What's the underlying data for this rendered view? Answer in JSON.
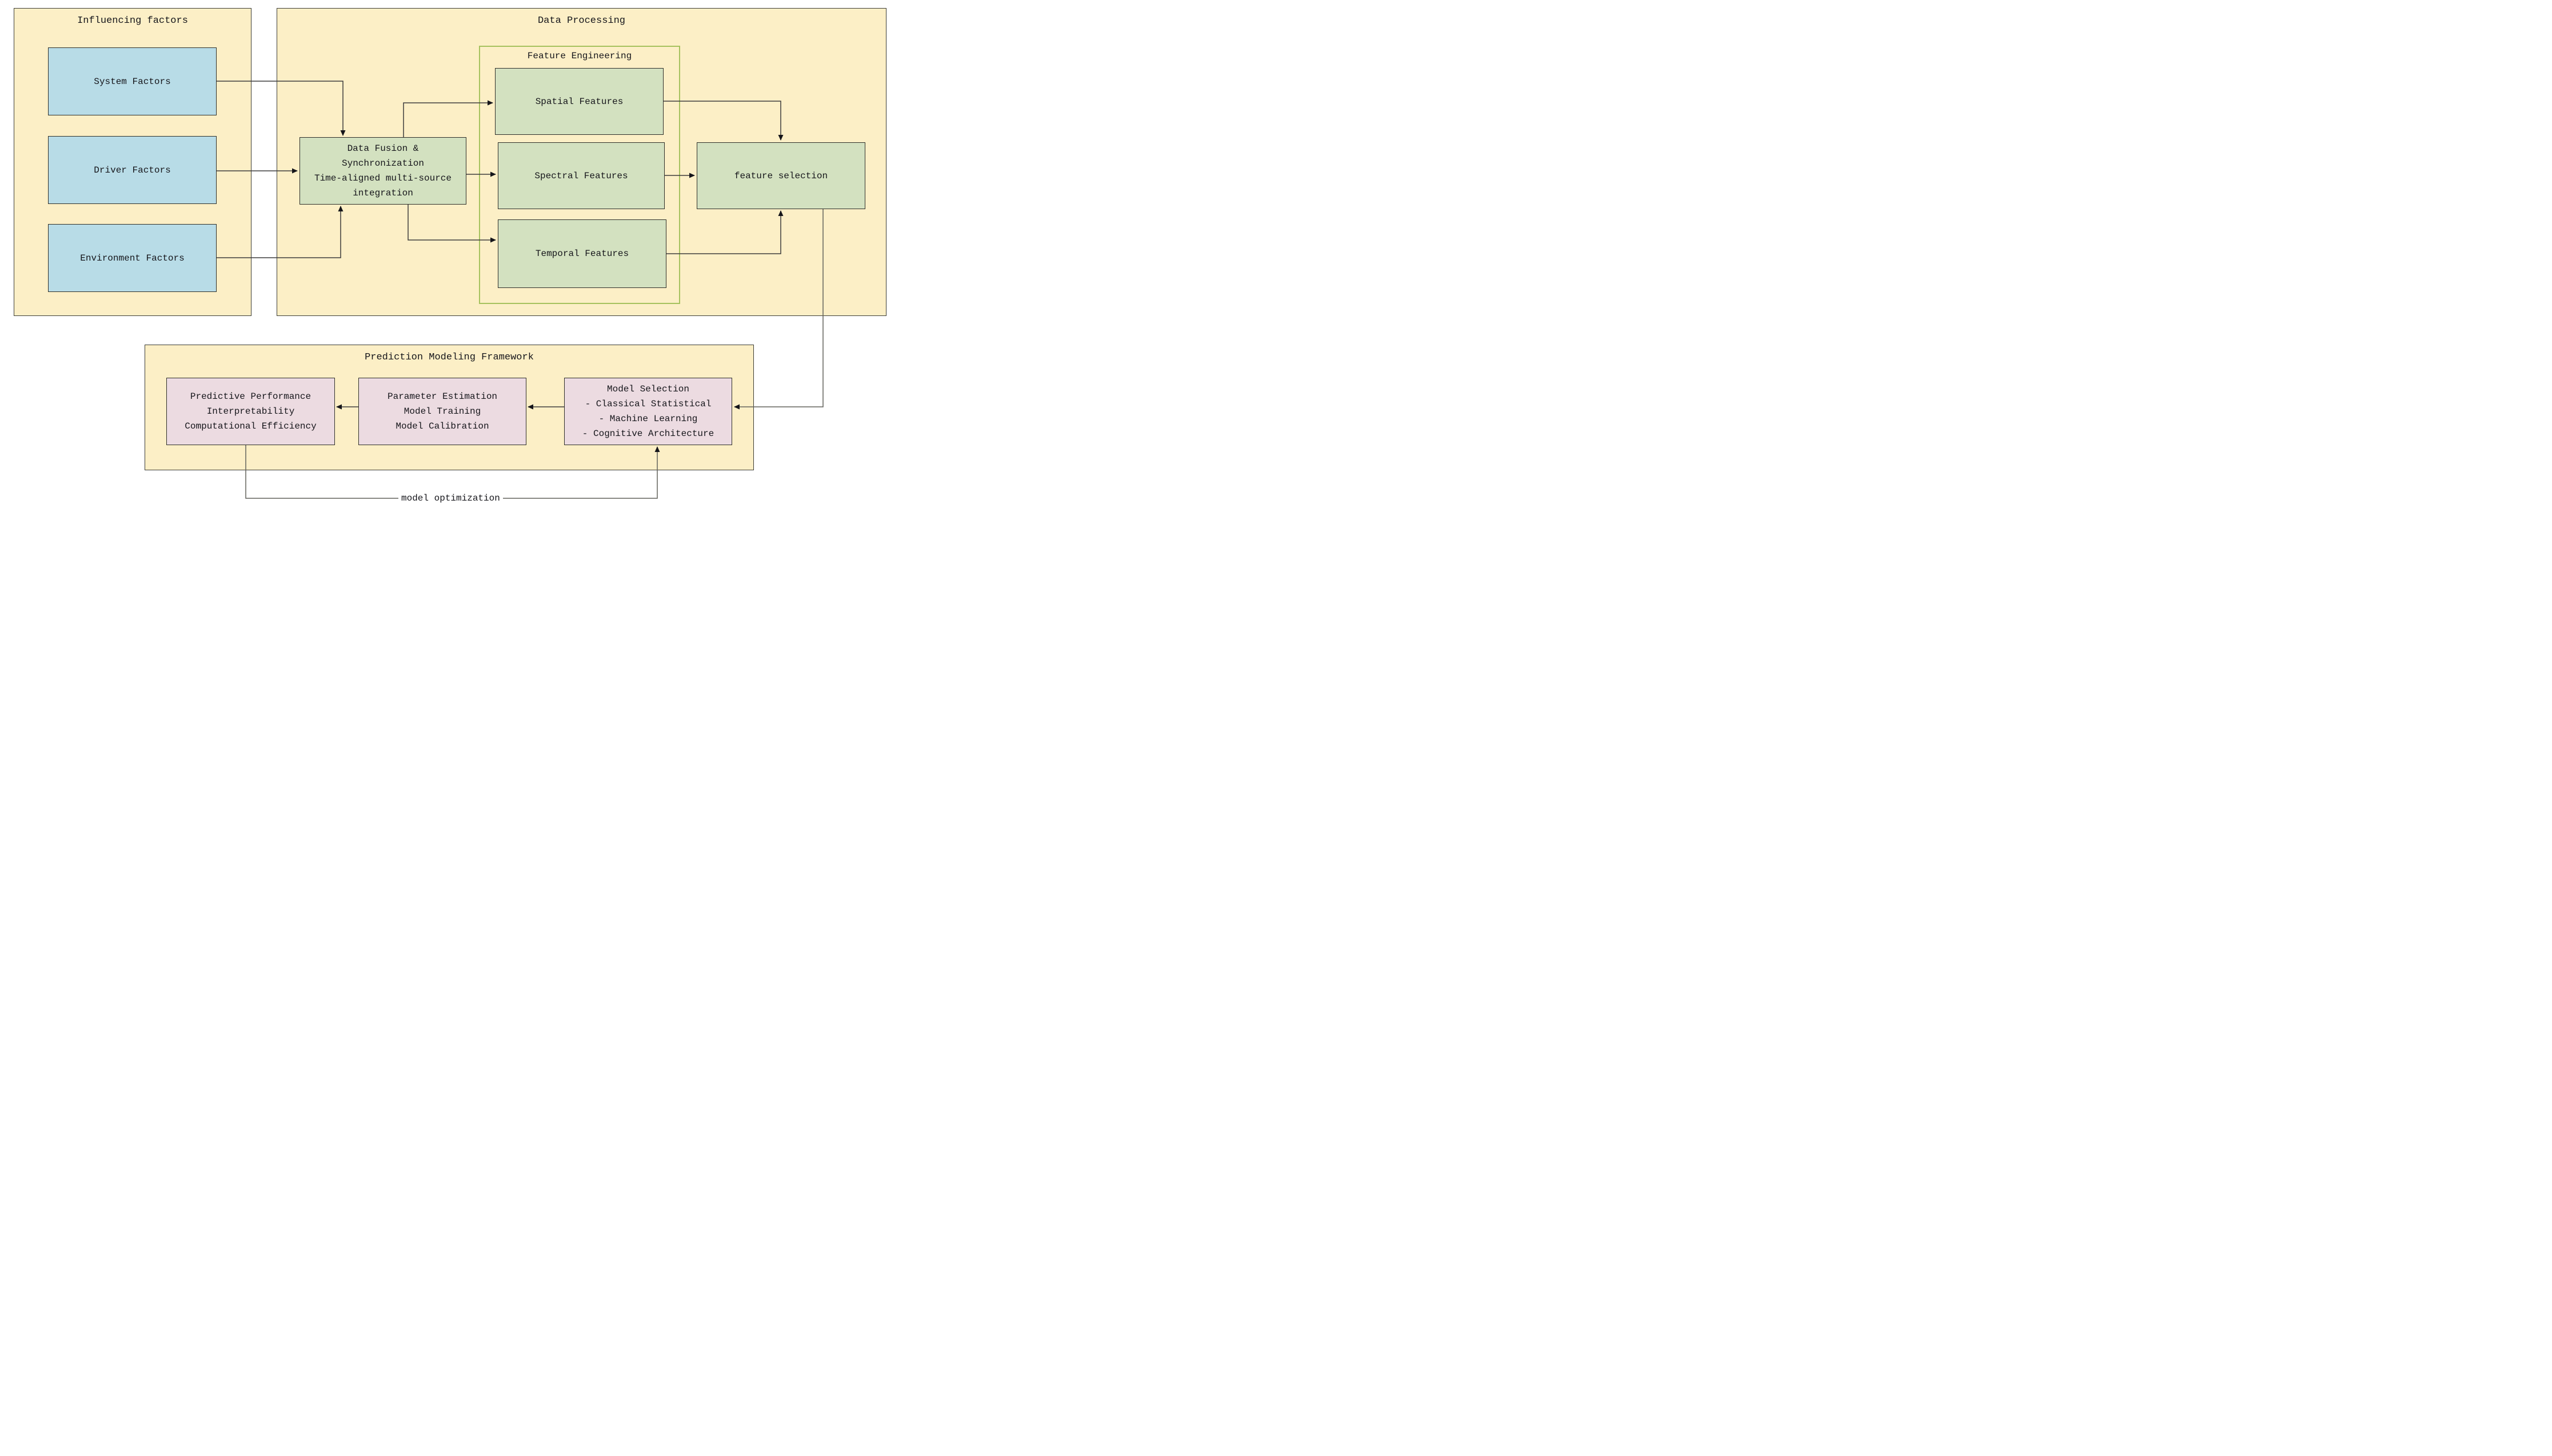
{
  "influencing": {
    "title": "Influencing factors",
    "boxes": [
      {
        "label": "System Factors"
      },
      {
        "label": "Driver Factors"
      },
      {
        "label": "Environment Factors"
      }
    ]
  },
  "data_processing": {
    "title": "Data Processing",
    "fusion_box": {
      "lines": [
        "Data Fusion &",
        "Synchronization",
        "Time-aligned multi-source",
        "integration"
      ]
    },
    "feature_engineering": {
      "title": "Feature Engineering",
      "boxes": [
        {
          "label": "Spatial Features"
        },
        {
          "label": "Spectral Features"
        },
        {
          "label": "Temporal Features"
        }
      ]
    },
    "feature_selection_box": {
      "label": "feature selection"
    }
  },
  "prediction_framework": {
    "title": "Prediction Modeling Framework",
    "evaluation_box": {
      "lines": [
        "Predictive Performance",
        "Interpretability",
        "Computational Efficiency"
      ]
    },
    "training_box": {
      "lines": [
        "Parameter Estimation",
        "Model Training",
        "Model Calibration"
      ]
    },
    "model_selection_box": {
      "lines": [
        "Model Selection",
        "- Classical Statistical",
        "- Machine Learning",
        "- Cognitive Architecture"
      ]
    }
  },
  "connections": {
    "feedback_label": "model optimization"
  },
  "colors": {
    "canvas_bg": "#ffffff",
    "container_fill": "#fcefc6",
    "container_border": "#3d3d35",
    "factor_fill": "#b8dce7",
    "process_fill": "#d3e1c0",
    "model_fill": "#ecdbe1",
    "box_border": "#2f2f2a",
    "feature_frame_border": "#a6c25e",
    "connector": "#3c3c3c",
    "feedback_connector": "#62625c",
    "text": "#15151a"
  }
}
